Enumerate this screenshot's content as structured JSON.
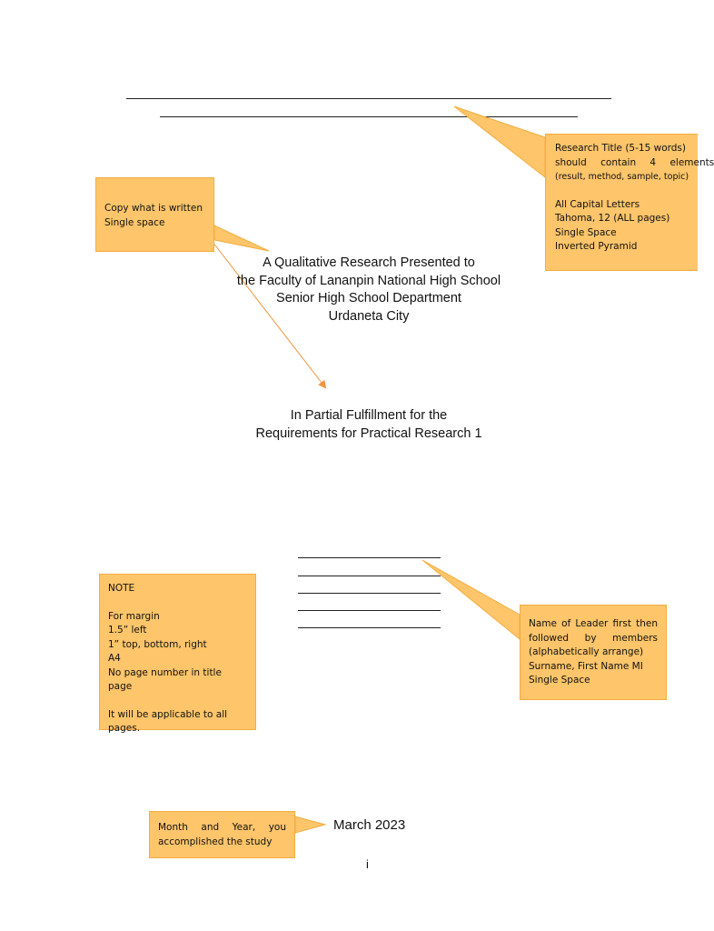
{
  "title_page": {
    "presented_lines": [
      "A Qualitative Research Presented to",
      "the Faculty of Lananpin National High School",
      "Senior High School Department",
      "Urdaneta City"
    ],
    "fulfillment_lines": [
      "In Partial Fulfillment for the",
      "Requirements for Practical Research 1"
    ],
    "date": "March 2023",
    "page_number": "i"
  },
  "callouts": {
    "title": {
      "line1": "Research Title (5-15 words)",
      "line2": "should contain 4 elements",
      "line3": "(result, method, sample, topic)",
      "line4": "All Capital Letters",
      "line5": "Tahoma, 12 (ALL pages)",
      "line6": "Single Space",
      "line7": "Inverted Pyramid"
    },
    "copy": {
      "line1": "Copy what is written",
      "line2": "Single space"
    },
    "note": {
      "line1": "NOTE",
      "line2": "For margin",
      "line3": "1.5” left",
      "line4": "1” top, bottom, right",
      "line5": "A4",
      "line6": "No page number in title page",
      "line7": "It will be applicable to all",
      "line8": "pages."
    },
    "names": {
      "line1": "Name of Leader first then",
      "line2": "followed by members",
      "line3": "(alphabetically arrange)",
      "line4": "Surname, First Name MI",
      "line5": "Single Space"
    },
    "month": {
      "line1": "Month and Year, you",
      "line2": "accomplished the study"
    }
  },
  "colors": {
    "callout_fill": "#fec56a",
    "callout_border": "#f3ad3f",
    "arrow": "#f0953a"
  }
}
